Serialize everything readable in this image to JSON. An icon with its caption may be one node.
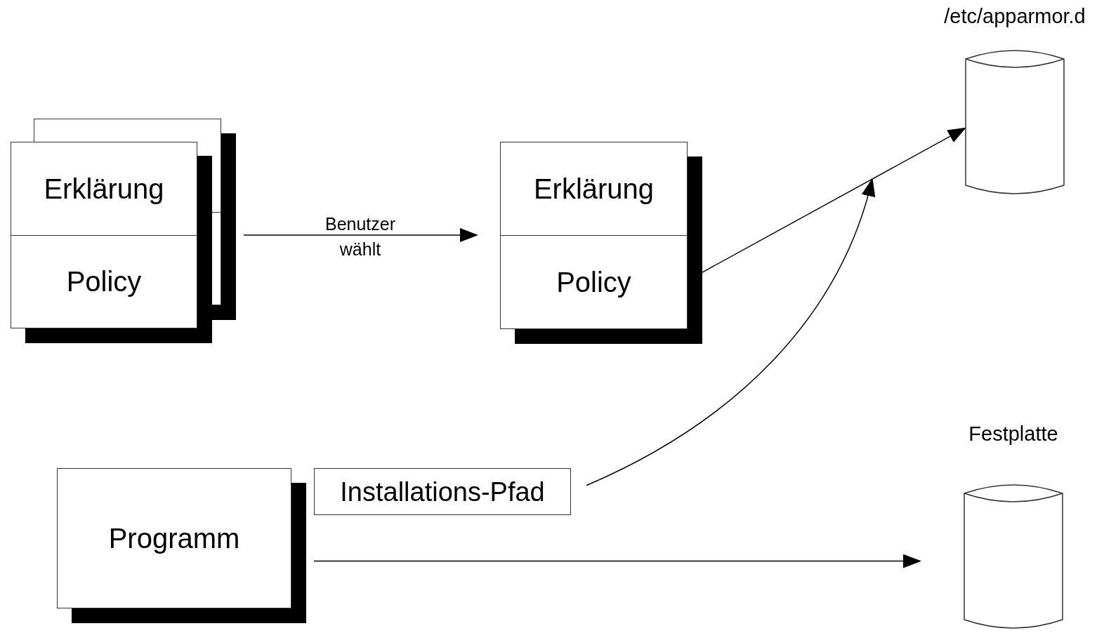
{
  "diagram": {
    "nodes": [
      {
        "text": [
          "Erklärung",
          "Policy"
        ]
      },
      {
        "text": [
          "Erklärung",
          "Policy"
        ]
      },
      {
        "text": [
          "/etc/apparmor.d"
        ]
      },
      {
        "text": [
          "Programm"
        ]
      },
      {
        "text": [
          "Installations-Pfad"
        ]
      },
      {
        "text": [
          "Festplatte"
        ]
      }
    ],
    "edges": [
      {
        "from": 0,
        "to": 1,
        "arrow": "to",
        "label": "Benutzer wählt"
      },
      {
        "from": 1,
        "to": 2,
        "arrow": "to"
      },
      {
        "from": 4,
        "to": 2,
        "arrow": "to"
      },
      {
        "from": 3,
        "to": 5,
        "arrow": "to"
      }
    ]
  }
}
